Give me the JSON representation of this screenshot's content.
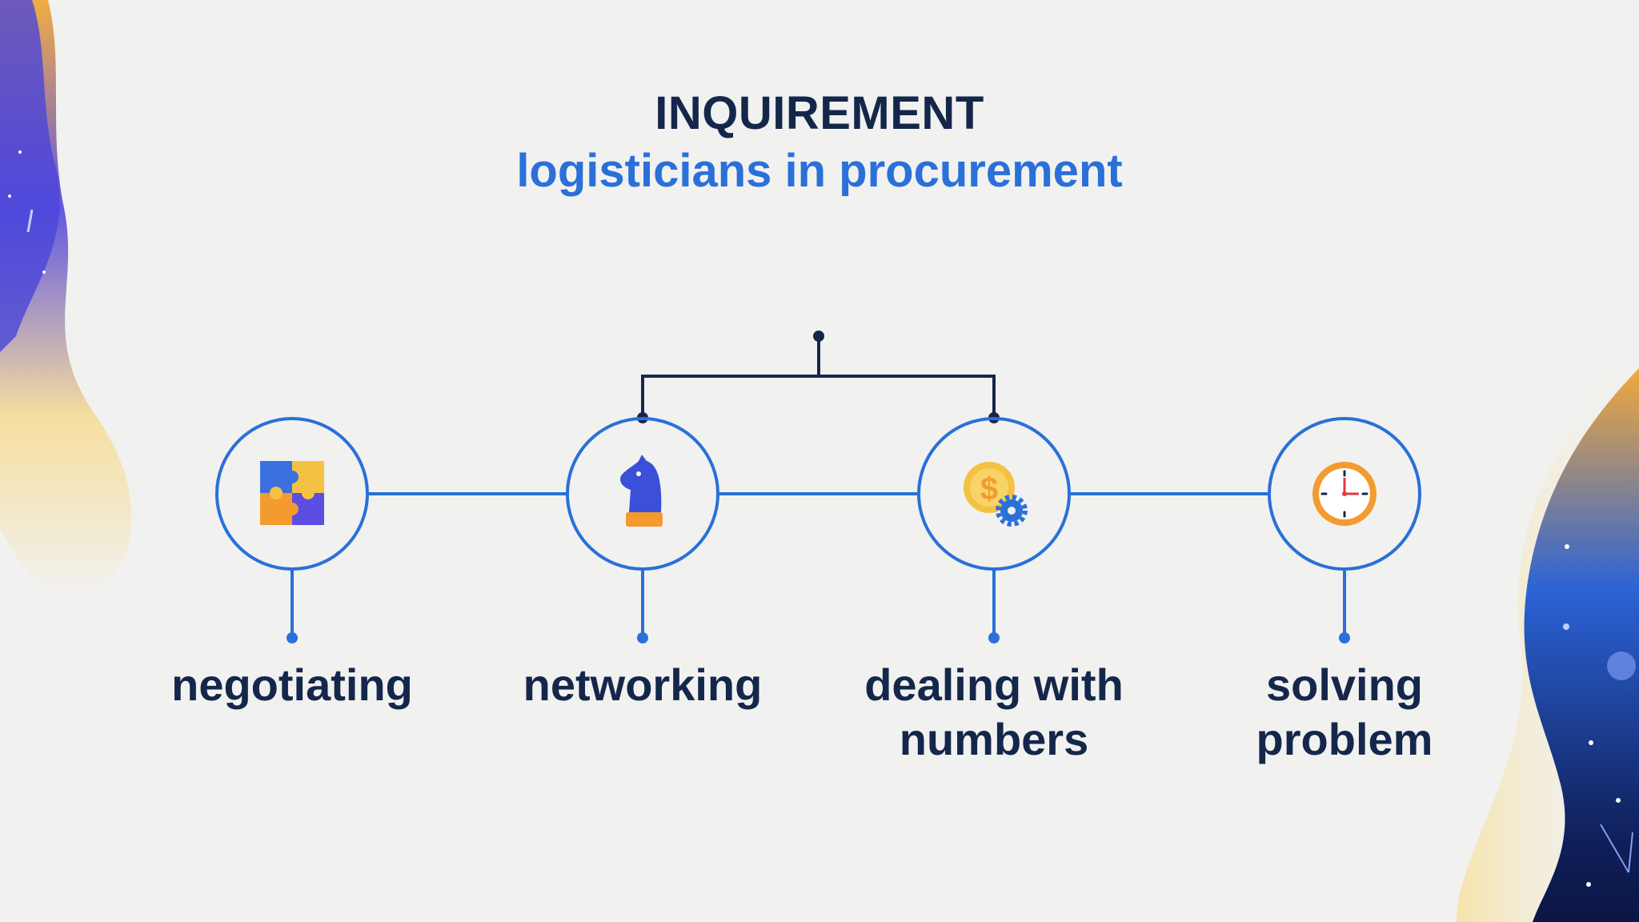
{
  "header": {
    "title": "INQUIREMENT",
    "subtitle": "logisticians in procurement"
  },
  "nodes": [
    {
      "label": "negotiating",
      "icon": "puzzle-icon"
    },
    {
      "label": "networking",
      "icon": "chess-knight-icon"
    },
    {
      "label": "dealing with numbers",
      "icon": "dollar-coin-gear-icon"
    },
    {
      "label": "solving problem",
      "icon": "clock-icon"
    }
  ],
  "colors": {
    "line": "#2a70d8",
    "connector": "#14274b",
    "title": "#14274b",
    "accent": "#2a70d8"
  }
}
